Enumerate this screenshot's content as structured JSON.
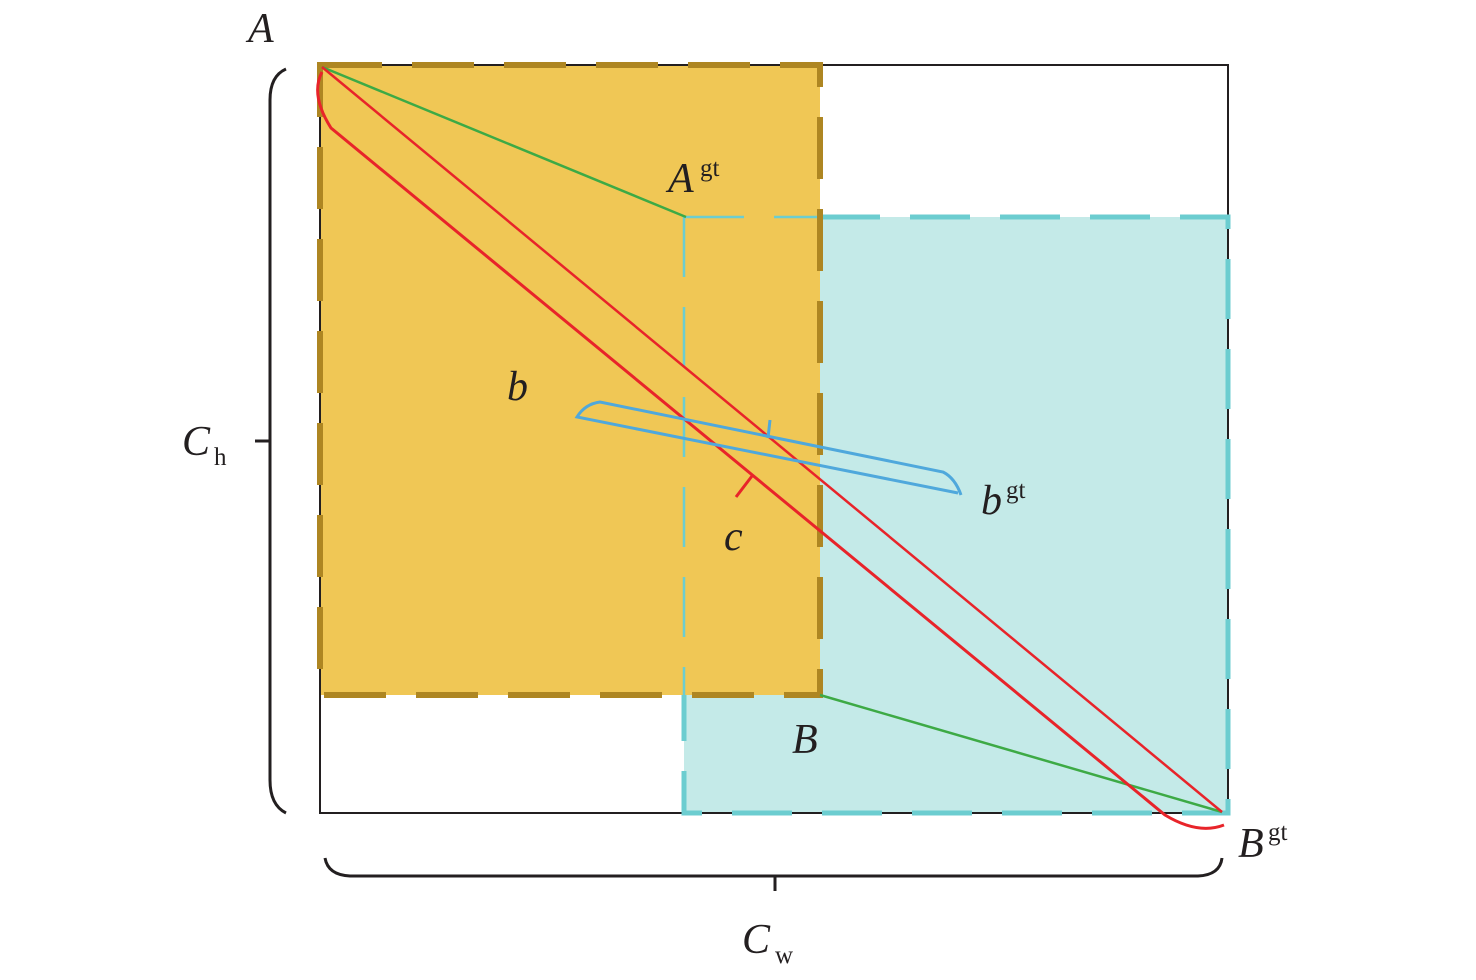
{
  "labels": {
    "A": "A",
    "A_gt": "A",
    "A_gt_sup": "gt",
    "b": "b",
    "b_gt": "b",
    "b_gt_sup": "gt",
    "c": "c",
    "B": "B",
    "B_gt": "B",
    "B_gt_sup": "gt",
    "C_h": "C",
    "C_h_sub": "h",
    "C_w": "C",
    "C_w_sub": "w"
  },
  "colors": {
    "pred_box_fill": "#F0C755",
    "pred_box_border": "#AE8622",
    "gt_box_fill": "#C4EAE8",
    "gt_box_border": "#6CCDD0",
    "corner_lines": "#3DAA45",
    "diagonals": "#E8242A",
    "center_distance": "#4FA8DC",
    "enclosing_box": "#231f20"
  }
}
